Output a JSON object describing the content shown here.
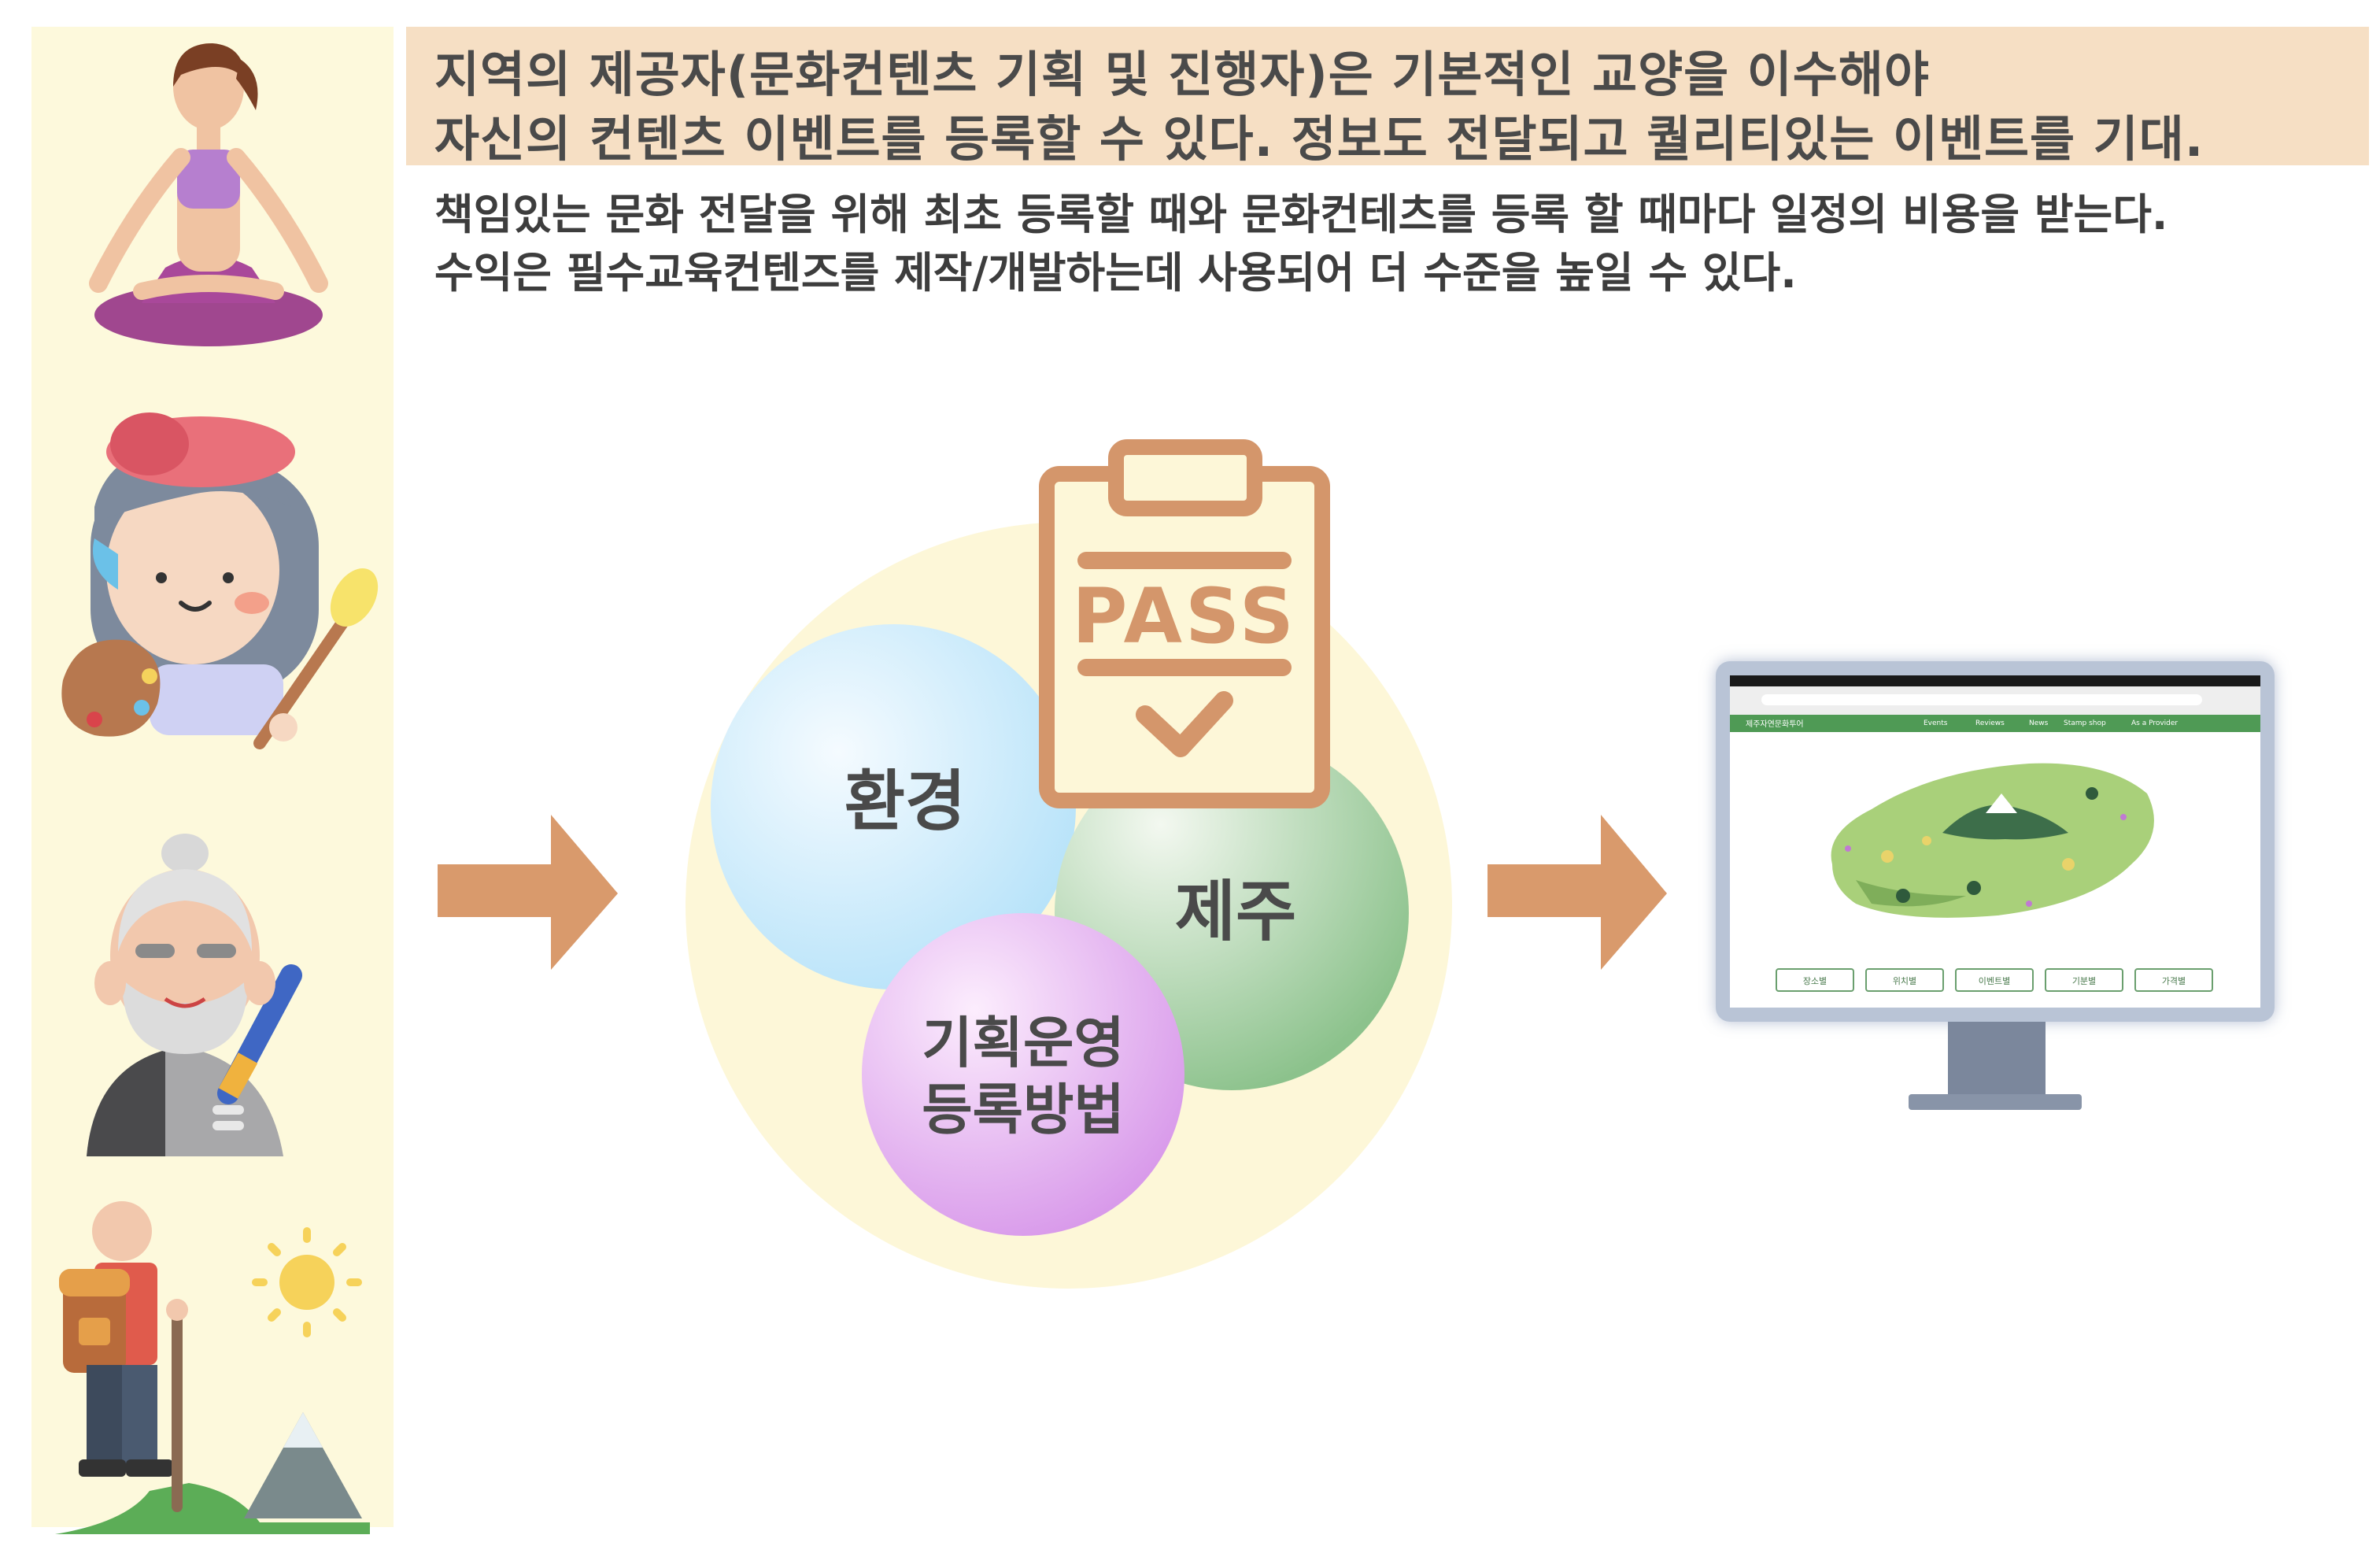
{
  "header": {
    "line1": "지역의 제공자(문화컨텐츠 기획 및 진행자)은 기본적인 교양을 이수해야",
    "line2": "자신의 컨텐츠 이벤트를 등록할 수 있다. 정보도 전달되고 퀄리티있는 이벤트를 기대."
  },
  "subtext": {
    "line1": "책임있는 문화 전달을 위해 최초 등록할 때와 문화컨테츠를 등록 할 때마다 일정의 비용을 받는다.",
    "line2": "수익은 필수교육컨텐즈를 제작/개발하는데 사용되어 더 수준을 높일 수 있다."
  },
  "venn": {
    "circle1": "환경",
    "circle2": "제주",
    "circle3_line1": "기획운영",
    "circle3_line2": "등록방법",
    "clipboard_text": "PASS"
  },
  "monitor": {
    "site_title": "제주자연문화투어",
    "nav": [
      "Events",
      "Reviews",
      "News",
      "Stamp shop",
      "As a Provider"
    ],
    "filters": [
      "장소별",
      "위치별",
      "이벤트별",
      "기분별",
      "가격별"
    ]
  },
  "colors": {
    "left_panel": "#fdf9dc",
    "header_band": "#f6dfc4",
    "arrow": "#d99a6c",
    "clipboard": "#d4966b",
    "big_circle": "#fdf9dc",
    "circle_env": "#bfe6fb",
    "circle_jeju": "#9fcc9f",
    "circle_plan": "#e4a4ee"
  },
  "icons": [
    "yoga-person-icon",
    "painter-icon",
    "old-man-writer-icon",
    "hiker-icon",
    "clipboard-pass-icon",
    "right-arrow-icon",
    "monitor-icon"
  ]
}
